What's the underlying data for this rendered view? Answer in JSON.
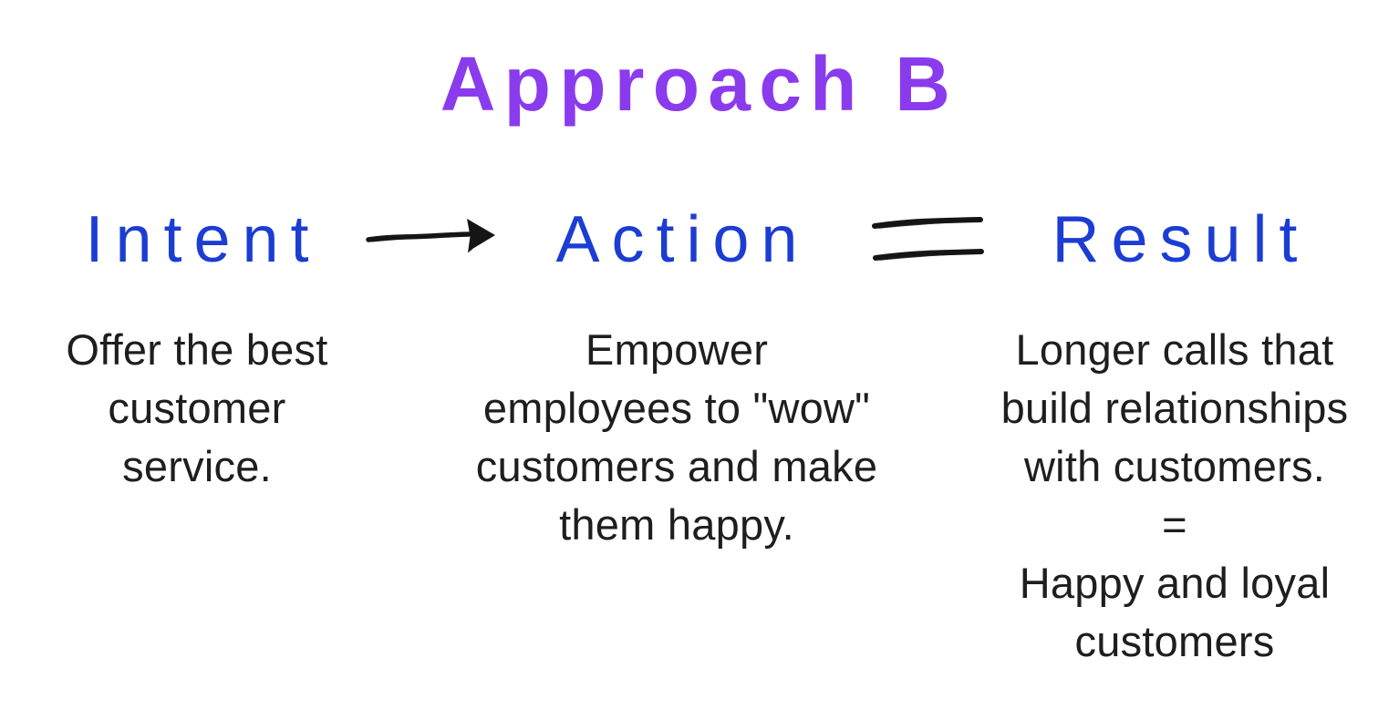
{
  "title": "Approach B",
  "colors": {
    "title-color": "#8B3BEE",
    "heading-color": "#1C3DD3",
    "body-color": "#1E1E1E",
    "ink-color": "#151515"
  },
  "columns": [
    {
      "heading": "Intent",
      "description": "Offer the best\ncustomer\nservice."
    },
    {
      "heading": "Action",
      "description": "Empower\nemployees to \"wow\"\ncustomers and make\nthem happy."
    },
    {
      "heading": "Result",
      "description": "Longer calls that\nbuild relationships\nwith customers.\n=\nHappy and loyal\ncustomers"
    }
  ],
  "connectors": [
    {
      "name": "arrow-icon",
      "meaning": "leads to"
    },
    {
      "name": "equals-icon",
      "meaning": "equals"
    }
  ]
}
